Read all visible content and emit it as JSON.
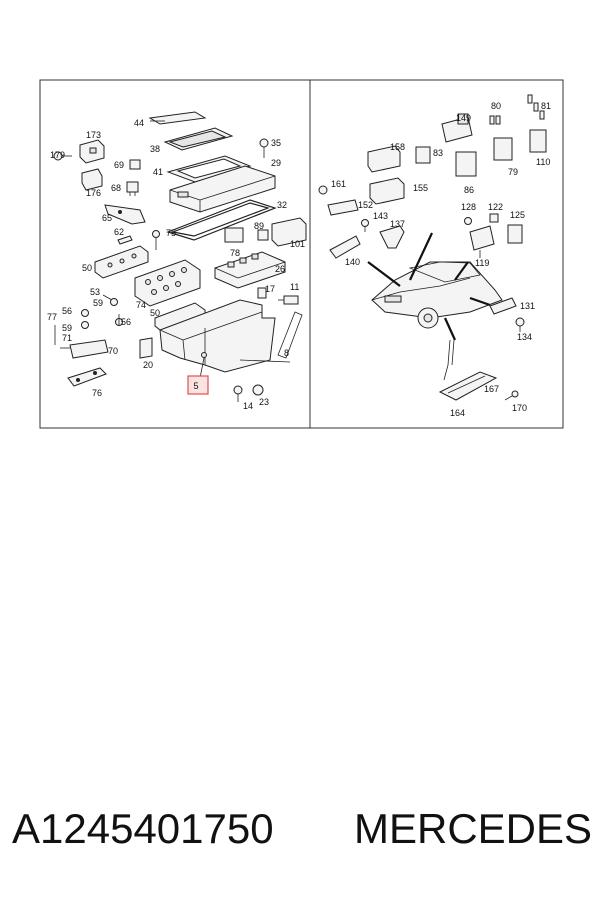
{
  "left_panel_labels": [
    "44",
    "179",
    "173",
    "35",
    "38",
    "69",
    "29",
    "41",
    "176",
    "68",
    "32",
    "65",
    "62",
    "75",
    "89",
    "101",
    "78",
    "50",
    "26",
    "74",
    "17",
    "11",
    "53",
    "59",
    "56",
    "50",
    "77",
    "59",
    "71",
    "70",
    "56",
    "20",
    "8",
    "76",
    "14",
    "23"
  ],
  "highlight_label": "5",
  "right_panel_labels": [
    "80",
    "81",
    "149",
    "158",
    "83",
    "110",
    "86",
    "79",
    "161",
    "152",
    "155",
    "128",
    "122",
    "125",
    "143",
    "137",
    "140",
    "119",
    "131",
    "134",
    "167",
    "164",
    "170"
  ],
  "caption": {
    "part_number": "A1245401750",
    "brand": "MERCEDES"
  },
  "colors": {
    "highlight": "#e05050",
    "highlight_fill": "#fbe3e3",
    "ink": "#222222"
  }
}
